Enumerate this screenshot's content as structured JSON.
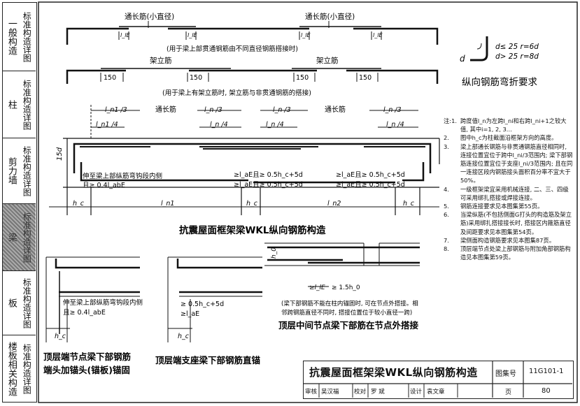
{
  "sidebar": [
    {
      "a": "一般构造",
      "b": "标准构造详图"
    },
    {
      "a": "柱",
      "b": "标准构造详图"
    },
    {
      "a": "剪力墙",
      "b": "标准构造详图"
    },
    {
      "a": "梁",
      "b": "标准构造详图"
    },
    {
      "a": "板",
      "b": "标准构造详图"
    },
    {
      "a": "楼板相关构造",
      "b": "标准构造详图"
    }
  ],
  "top": {
    "label_left": "通长筋(小直径)",
    "label_right": "通长筋(小直径)",
    "lap": "l_lE",
    "caption1": "(用于梁上部贯通钢筋由不同直径钢筋搭接时)",
    "jia_li": "架立筋",
    "dim150": "150",
    "caption2": "(用于梁上有架立筋时, 架立筋与非贯通钢筋的搭接)"
  },
  "bend": {
    "d_label": "d",
    "r1": "d≤ 25   r=6d",
    "r2": "d> 25   r=8d",
    "title": "纵向钢筋弯折要求"
  },
  "main": {
    "ln1_3": "l_n1 /3",
    "ln_3": "l_n /3",
    "ln1_4": "l_n1 /4",
    "ln_4": "l_n /4",
    "tongchang": "通长筋",
    "d15": "15d",
    "anchor1": "伸至梁上部纵筋弯钩段内侧",
    "anchor2": "且≥ 0.4l_abE",
    "lap_a": "≥l_aE且≥ 0.5h_c+5d",
    "lap_b": "≥l_aE且≥ 0.5h_c+5d",
    "lap_c": "≥l_aE且≥ 0.5h_c+5d",
    "lap_d": "≥l_aE且≥ 0.5h_c+5d",
    "hc": "h_c",
    "ln1": "l_n1",
    "ln2": "l_n2",
    "title": "抗震屋面框架梁WKL纵向钢筋构造"
  },
  "det1": {
    "t1": "伸至梁上部纵筋弯钩段内侧",
    "t2": "且≥ 0.4l_abE",
    "hc": "h_c",
    "title1": "顶层端节点梁下部钢筋",
    "title2": "端头加锚头(锚板)锚固"
  },
  "det2": {
    "t1": "≥ 0.5h_c+5d",
    "t2": "≥l_aE",
    "hc": "h_c",
    "title": "顶层端支座梁下部钢筋直锚"
  },
  "det3": {
    "h0": "h_0",
    "lle": "≥l_lE",
    "h15": "≥ 1.5h_0",
    "n1": "(梁下部钢筋不能在柱内锚固时, 可在节点外搭接。相",
    "n2": "邻跨钢筋直径不同时, 搭接位置位于较小直径一跨)",
    "title": "顶层中间节点梁下部筋在节点外搭接"
  },
  "notes": [
    {
      "p": "注:1.",
      "t": "跨度值l_n为左跨l_ni和右跨l_ni+1之较大值, 其中i=1, 2, 3..."
    },
    {
      "p": "2.",
      "t": "图中h_c为柱截面沿框架方向的高度。"
    },
    {
      "p": "3.",
      "t": "梁上部通长钢筋与非贯通钢筋直径相同时, 连接位置宜位于跨中l_ni/3范围内; 梁下部钢筋连接位置宜位于支座l_ni/3范围内; 且在同一连接区段内钢筋接头面积百分率不宜大于50%。"
    },
    {
      "p": "4.",
      "t": "一级框架梁宜采用机械连接, 二、三、四级可采用绑扎搭接或焊接连接。"
    },
    {
      "p": "5.",
      "t": "钢筋连接要求见本图集第55页。"
    },
    {
      "p": "6.",
      "t": "当梁纵筋(不包括侧面G打头的构造筋及架立筋)采用绑扎搭接接长时, 搭接区内箍筋直径及间距要求见本图集第54页。"
    },
    {
      "p": "7.",
      "t": "梁侧面构造钢筋要求见本图集87页。"
    },
    {
      "p": "8.",
      "t": "顶层端节点处梁上部钢筋与附加角部钢筋构造见本图集第59页。"
    }
  ],
  "titleblock": {
    "title": "抗震屋面框架梁WKL纵向钢筋构造",
    "atlas_label": "图集号",
    "atlas_no": "11G101-1",
    "shen": "审核",
    "shen_name": "吴汉福",
    "jiao": "校对",
    "jiao_name": "罗  斌",
    "she": "设计",
    "she_name": "袁文章",
    "ye": "页",
    "page": "80"
  }
}
